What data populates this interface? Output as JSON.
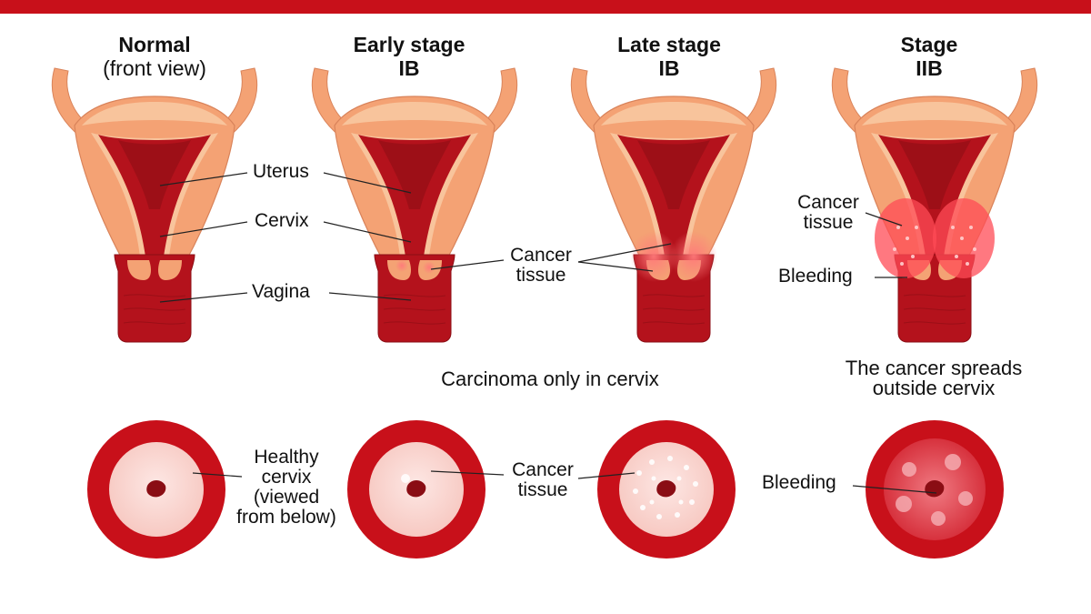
{
  "colors": {
    "accent": "#c8101a",
    "muscle": "#f4a274",
    "muscle_light": "#f8c49c",
    "cavity": "#b4121c",
    "deep": "#8a0d14",
    "cancer": "#ff6a6a"
  },
  "stages": [
    {
      "title": "Normal",
      "subtitle": "(front view)"
    },
    {
      "title": "Early stage",
      "subtitle": "IB"
    },
    {
      "title": "Late stage",
      "subtitle": "IB"
    },
    {
      "title": "Stage",
      "subtitle": "IIB"
    }
  ],
  "labels": {
    "uterus": "Uterus",
    "cervix": "Cervix",
    "vagina": "Vagina",
    "cancer_line1": "Cancer",
    "cancer_line2": "tissue",
    "stage2_cancer_line1": "Cancer",
    "stage2_cancer_line2": "tissue",
    "bleeding": "Bleeding"
  },
  "captions": {
    "carcinoma": "Carcinoma only in cervix",
    "spreads_line1": "The cancer spreads",
    "spreads_line2": "outside cervix"
  },
  "bottom_labels": {
    "healthy_lines": [
      "Healthy",
      "cervix",
      "(viewed",
      "from below)"
    ],
    "cancer_line1": "Cancer",
    "cancer_line2": "tissue",
    "bleeding": "Bleeding"
  }
}
